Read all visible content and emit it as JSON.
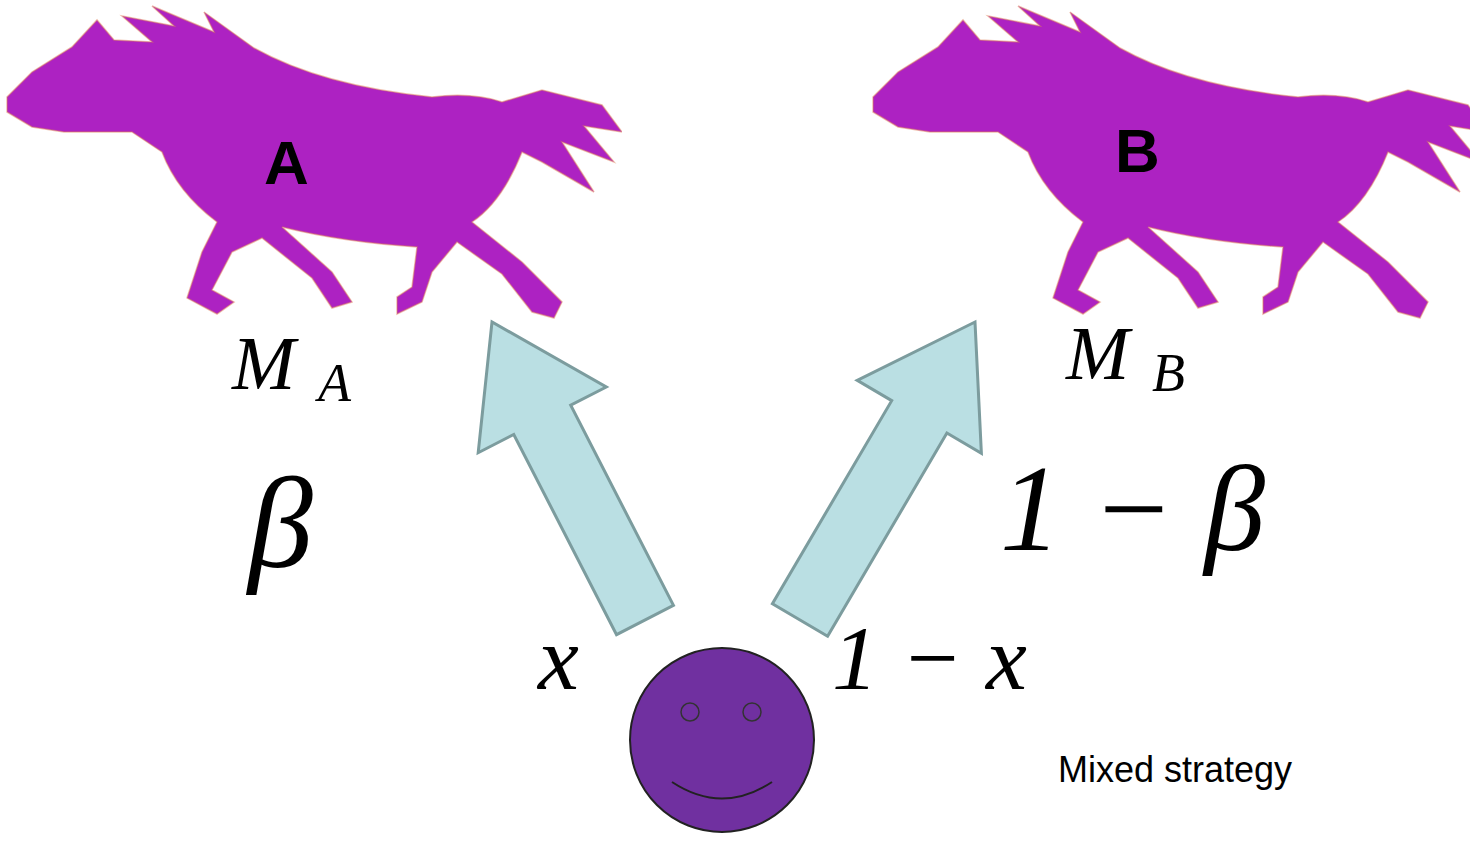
{
  "diagram": {
    "nodes": [
      {
        "text": [
          "A"
        ]
      },
      {
        "text": [
          "B"
        ]
      }
    ],
    "labels": [
      "M",
      "A",
      "M",
      "B",
      "β",
      "1 − β",
      "x",
      "1 − x",
      "Mixed strategy"
    ]
  }
}
